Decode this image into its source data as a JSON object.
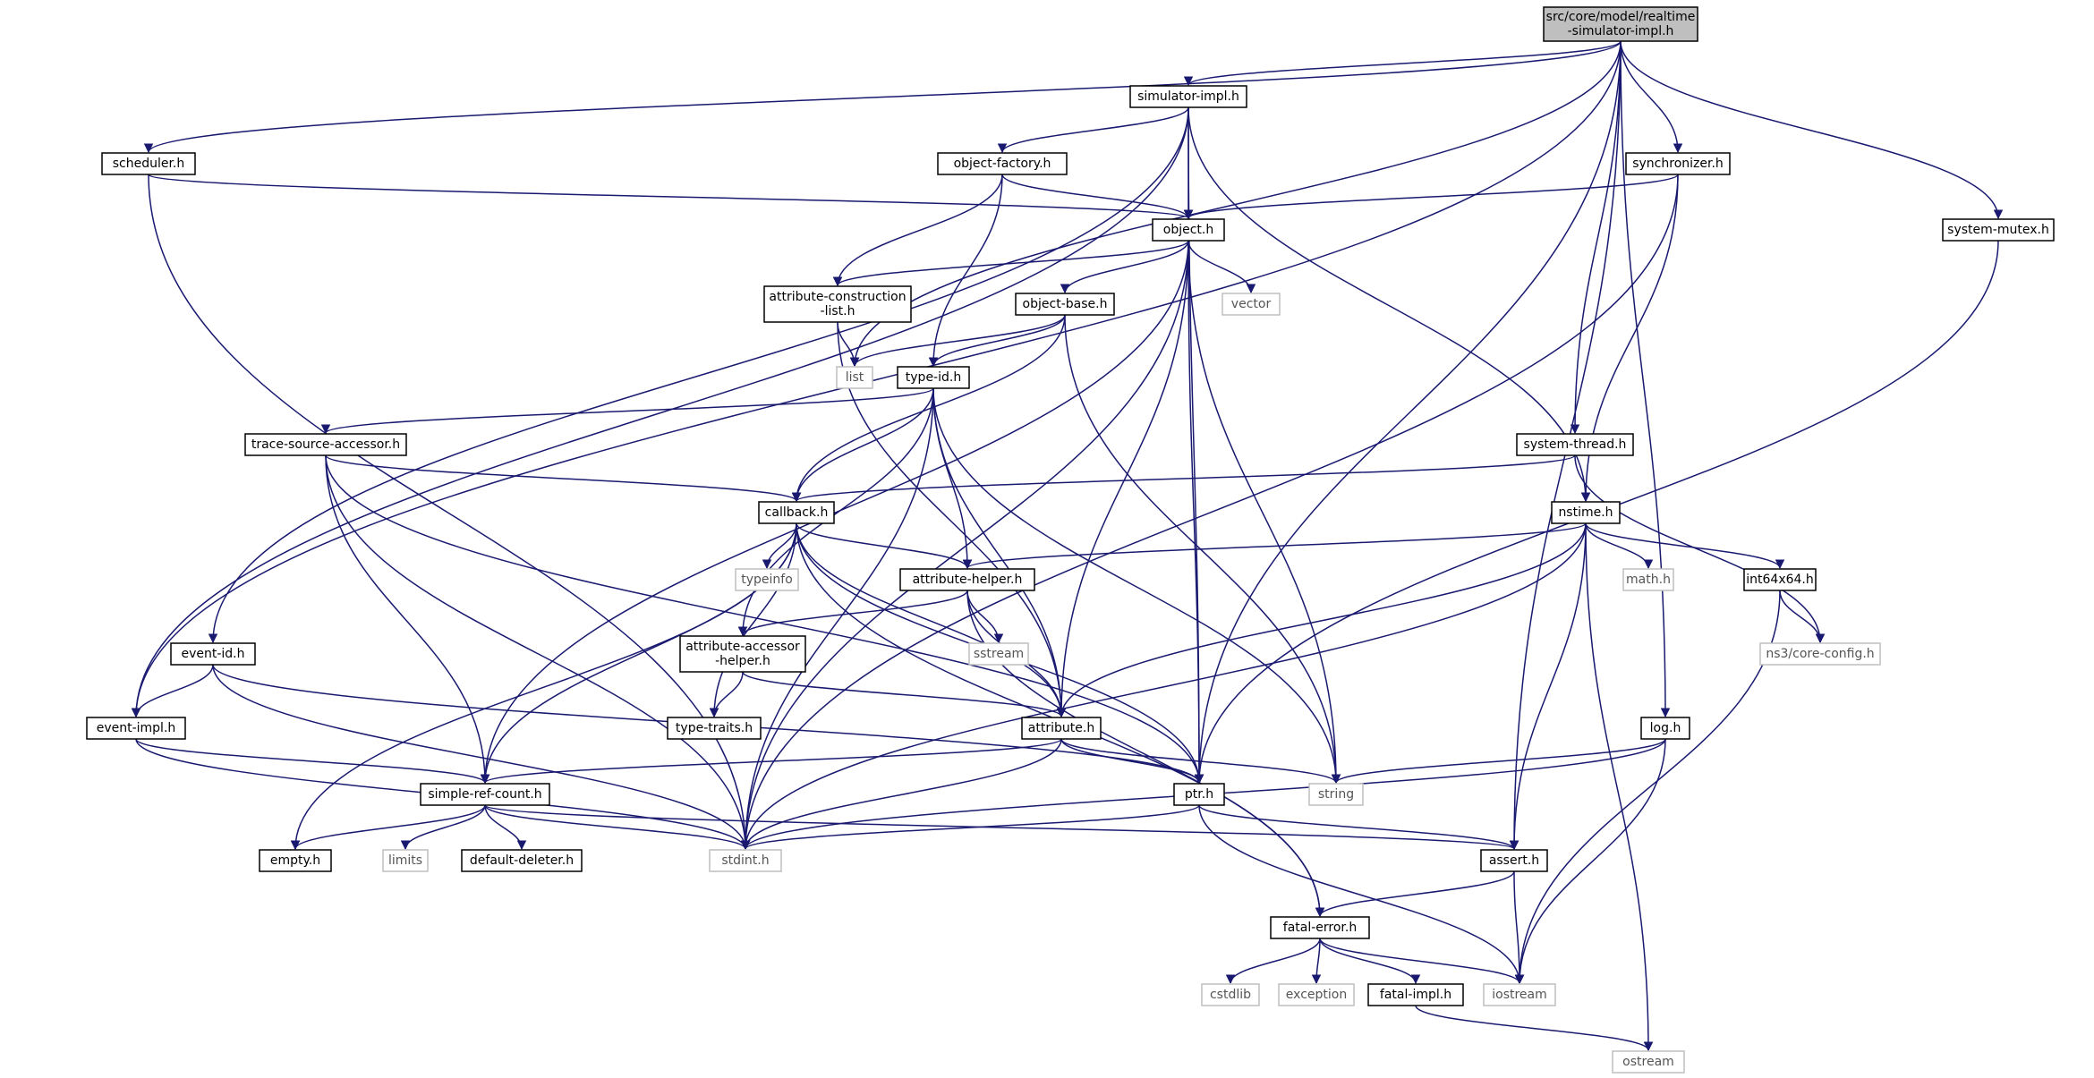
{
  "diagram_title": "",
  "colors": {
    "edge": "#191970",
    "node_border": "#000000",
    "system_header_border": "#bfbfbf",
    "root_fill": "#bfbfbf",
    "node_fill": "#ffffff"
  },
  "nodes": [
    {
      "id": "root",
      "lines": [
        "src/core/model/realtime",
        "-simulator-impl.h"
      ],
      "kind": "root"
    },
    {
      "id": "simulator_impl",
      "lines": [
        "simulator-impl.h"
      ],
      "kind": "header"
    },
    {
      "id": "scheduler",
      "lines": [
        "scheduler.h"
      ],
      "kind": "header"
    },
    {
      "id": "object_factory",
      "lines": [
        "object-factory.h"
      ],
      "kind": "header"
    },
    {
      "id": "synchronizer",
      "lines": [
        "synchronizer.h"
      ],
      "kind": "header"
    },
    {
      "id": "object",
      "lines": [
        "object.h"
      ],
      "kind": "header"
    },
    {
      "id": "system_mutex",
      "lines": [
        "system-mutex.h"
      ],
      "kind": "header"
    },
    {
      "id": "attr_construction",
      "lines": [
        "attribute-construction",
        "-list.h"
      ],
      "kind": "header"
    },
    {
      "id": "object_base",
      "lines": [
        "object-base.h"
      ],
      "kind": "header"
    },
    {
      "id": "vector",
      "lines": [
        "vector"
      ],
      "kind": "system"
    },
    {
      "id": "list",
      "lines": [
        "list"
      ],
      "kind": "system"
    },
    {
      "id": "type_id",
      "lines": [
        "type-id.h"
      ],
      "kind": "header"
    },
    {
      "id": "trace_source",
      "lines": [
        "trace-source-accessor.h"
      ],
      "kind": "header"
    },
    {
      "id": "system_thread",
      "lines": [
        "system-thread.h"
      ],
      "kind": "header"
    },
    {
      "id": "callback",
      "lines": [
        "callback.h"
      ],
      "kind": "header"
    },
    {
      "id": "nstime",
      "lines": [
        "nstime.h"
      ],
      "kind": "header"
    },
    {
      "id": "typeinfo",
      "lines": [
        "typeinfo"
      ],
      "kind": "system"
    },
    {
      "id": "attr_helper",
      "lines": [
        "attribute-helper.h"
      ],
      "kind": "header"
    },
    {
      "id": "math",
      "lines": [
        "math.h"
      ],
      "kind": "system"
    },
    {
      "id": "int64x64",
      "lines": [
        "int64x64.h"
      ],
      "kind": "header"
    },
    {
      "id": "event_id",
      "lines": [
        "event-id.h"
      ],
      "kind": "header"
    },
    {
      "id": "attr_accessor",
      "lines": [
        "attribute-accessor",
        "-helper.h"
      ],
      "kind": "header"
    },
    {
      "id": "sstream",
      "lines": [
        "sstream"
      ],
      "kind": "system"
    },
    {
      "id": "core_config",
      "lines": [
        "ns3/core-config.h"
      ],
      "kind": "system"
    },
    {
      "id": "event_impl",
      "lines": [
        "event-impl.h"
      ],
      "kind": "header"
    },
    {
      "id": "type_traits",
      "lines": [
        "type-traits.h"
      ],
      "kind": "header"
    },
    {
      "id": "attribute",
      "lines": [
        "attribute.h"
      ],
      "kind": "header"
    },
    {
      "id": "log",
      "lines": [
        "log.h"
      ],
      "kind": "header"
    },
    {
      "id": "simple_ref",
      "lines": [
        "simple-ref-count.h"
      ],
      "kind": "header"
    },
    {
      "id": "ptr",
      "lines": [
        "ptr.h"
      ],
      "kind": "header"
    },
    {
      "id": "string",
      "lines": [
        "string"
      ],
      "kind": "system"
    },
    {
      "id": "empty",
      "lines": [
        "empty.h"
      ],
      "kind": "header"
    },
    {
      "id": "limits",
      "lines": [
        "limits"
      ],
      "kind": "system"
    },
    {
      "id": "default_deleter",
      "lines": [
        "default-deleter.h"
      ],
      "kind": "header"
    },
    {
      "id": "stdint",
      "lines": [
        "stdint.h"
      ],
      "kind": "system"
    },
    {
      "id": "assert",
      "lines": [
        "assert.h"
      ],
      "kind": "header"
    },
    {
      "id": "fatal_error",
      "lines": [
        "fatal-error.h"
      ],
      "kind": "header"
    },
    {
      "id": "cstdlib",
      "lines": [
        "cstdlib"
      ],
      "kind": "system"
    },
    {
      "id": "exception",
      "lines": [
        "exception"
      ],
      "kind": "system"
    },
    {
      "id": "fatal_impl",
      "lines": [
        "fatal-impl.h"
      ],
      "kind": "header"
    },
    {
      "id": "iostream",
      "lines": [
        "iostream"
      ],
      "kind": "system"
    },
    {
      "id": "ostream",
      "lines": [
        "ostream"
      ],
      "kind": "system"
    }
  ],
  "edges": [
    [
      "root",
      "simulator_impl"
    ],
    [
      "root",
      "scheduler"
    ],
    [
      "root",
      "synchronizer"
    ],
    [
      "root",
      "system_mutex"
    ],
    [
      "root",
      "system_thread"
    ],
    [
      "root",
      "event_impl"
    ],
    [
      "root",
      "list"
    ],
    [
      "root",
      "ptr"
    ],
    [
      "root",
      "log"
    ],
    [
      "root",
      "assert"
    ],
    [
      "simulator_impl",
      "object_factory"
    ],
    [
      "simulator_impl",
      "object"
    ],
    [
      "simulator_impl",
      "event_impl"
    ],
    [
      "simulator_impl",
      "event_id"
    ],
    [
      "simulator_impl",
      "nstime"
    ],
    [
      "simulator_impl",
      "ptr"
    ],
    [
      "scheduler",
      "object"
    ],
    [
      "scheduler",
      "stdint"
    ],
    [
      "object_factory",
      "object"
    ],
    [
      "object_factory",
      "attr_construction"
    ],
    [
      "object_factory",
      "type_id"
    ],
    [
      "synchronizer",
      "object"
    ],
    [
      "synchronizer",
      "nstime"
    ],
    [
      "synchronizer",
      "stdint"
    ],
    [
      "system_mutex",
      "ptr"
    ],
    [
      "object",
      "attr_construction"
    ],
    [
      "object",
      "object_base"
    ],
    [
      "object",
      "vector"
    ],
    [
      "object",
      "string"
    ],
    [
      "object",
      "ptr"
    ],
    [
      "object",
      "attribute"
    ],
    [
      "object",
      "simple_ref"
    ],
    [
      "object",
      "stdint"
    ],
    [
      "attr_construction",
      "list"
    ],
    [
      "attr_construction",
      "attribute"
    ],
    [
      "object_base",
      "list"
    ],
    [
      "object_base",
      "type_id"
    ],
    [
      "object_base",
      "callback"
    ],
    [
      "object_base",
      "string"
    ],
    [
      "type_id",
      "trace_source"
    ],
    [
      "type_id",
      "callback"
    ],
    [
      "type_id",
      "attr_helper"
    ],
    [
      "type_id",
      "attr_accessor"
    ],
    [
      "type_id",
      "attribute"
    ],
    [
      "type_id",
      "string"
    ],
    [
      "type_id",
      "stdint"
    ],
    [
      "trace_source",
      "callback"
    ],
    [
      "trace_source",
      "ptr"
    ],
    [
      "trace_source",
      "simple_ref"
    ],
    [
      "trace_source",
      "stdint"
    ],
    [
      "system_thread",
      "callback"
    ],
    [
      "system_thread",
      "core_config"
    ],
    [
      "callback",
      "typeinfo"
    ],
    [
      "callback",
      "attr_helper"
    ],
    [
      "callback",
      "type_traits"
    ],
    [
      "callback",
      "attribute"
    ],
    [
      "callback",
      "ptr"
    ],
    [
      "callback",
      "simple_ref"
    ],
    [
      "callback",
      "empty"
    ],
    [
      "callback",
      "fatal_error"
    ],
    [
      "nstime",
      "attr_helper"
    ],
    [
      "nstime",
      "math"
    ],
    [
      "nstime",
      "int64x64"
    ],
    [
      "nstime",
      "attribute"
    ],
    [
      "nstime",
      "assert"
    ],
    [
      "nstime",
      "stdint"
    ],
    [
      "nstime",
      "ostream"
    ],
    [
      "attr_helper",
      "attr_accessor"
    ],
    [
      "attr_helper",
      "sstream"
    ],
    [
      "attr_helper",
      "attribute"
    ],
    [
      "attr_helper",
      "fatal_error"
    ],
    [
      "int64x64",
      "core_config"
    ],
    [
      "int64x64",
      "iostream"
    ],
    [
      "event_id",
      "event_impl"
    ],
    [
      "event_id",
      "ptr"
    ],
    [
      "event_id",
      "stdint"
    ],
    [
      "attr_accessor",
      "type_traits"
    ],
    [
      "attr_accessor",
      "attribute"
    ],
    [
      "event_impl",
      "simple_ref"
    ],
    [
      "event_impl",
      "stdint"
    ],
    [
      "attribute",
      "simple_ref"
    ],
    [
      "attribute",
      "ptr"
    ],
    [
      "attribute",
      "string"
    ],
    [
      "attribute",
      "stdint"
    ],
    [
      "log",
      "string"
    ],
    [
      "log",
      "stdint"
    ],
    [
      "log",
      "iostream"
    ],
    [
      "simple_ref",
      "empty"
    ],
    [
      "simple_ref",
      "limits"
    ],
    [
      "simple_ref",
      "default_deleter"
    ],
    [
      "simple_ref",
      "stdint"
    ],
    [
      "simple_ref",
      "assert"
    ],
    [
      "ptr",
      "assert"
    ],
    [
      "ptr",
      "stdint"
    ],
    [
      "ptr",
      "iostream"
    ],
    [
      "assert",
      "fatal_error"
    ],
    [
      "assert",
      "iostream"
    ],
    [
      "fatal_error",
      "cstdlib"
    ],
    [
      "fatal_error",
      "exception"
    ],
    [
      "fatal_error",
      "fatal_impl"
    ],
    [
      "fatal_error",
      "iostream"
    ],
    [
      "fatal_impl",
      "ostream"
    ]
  ]
}
